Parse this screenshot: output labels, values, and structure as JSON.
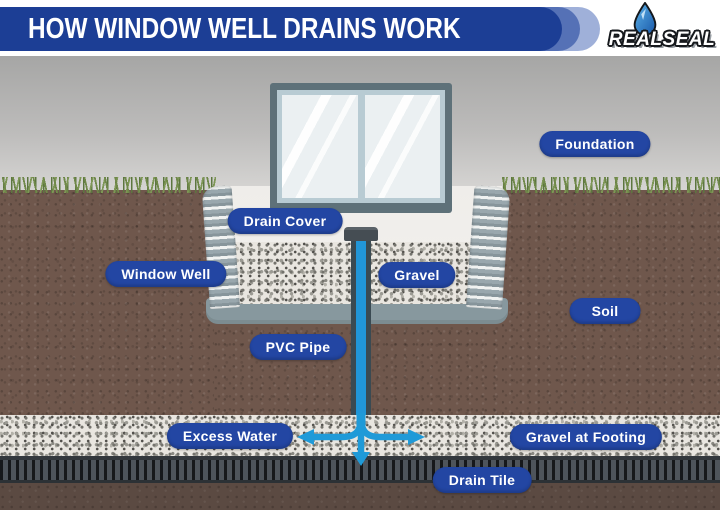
{
  "header": {
    "title": "HOW WINDOW WELL DRAINS WORK",
    "brand": "REALSEAL",
    "brand_icon": "water-drop-icon"
  },
  "labels": {
    "foundation": "Foundation",
    "drain_cover": "Drain Cover",
    "window_well": "Window Well",
    "gravel": "Gravel",
    "soil": "Soil",
    "pvc_pipe": "PVC Pipe",
    "excess_water": "Excess Water",
    "gravel_at_footing": "Gravel at Footing",
    "drain_tile": "Drain Tile"
  },
  "arrows": {
    "description": "water flow from PVC pipe spreading left, right and down into gravel at footing",
    "directions": [
      "left",
      "right",
      "down"
    ]
  },
  "colors": {
    "banner_blue": "#1c3e95",
    "label_pill_blue": "#2346a3",
    "pipe_blue": "#2196d8",
    "arrow_blue": "#1f9ad8",
    "soil_brown": "#6f574c",
    "gravel_light": "#e9e6e0",
    "drain_tile_dark": "#16181b",
    "well_metal_gray": "#99a7ad",
    "logo_drop_blue": "#2f86cf"
  }
}
